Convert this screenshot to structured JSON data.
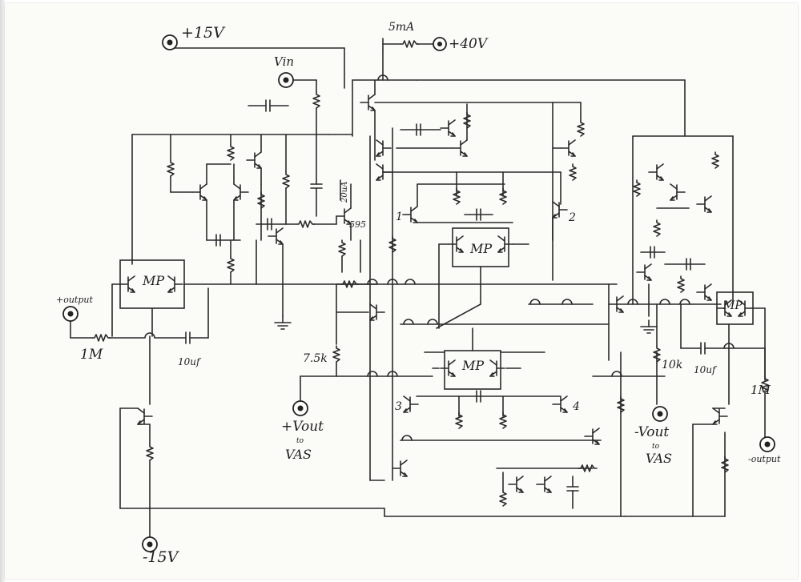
{
  "labels": {
    "pos15": "+15V",
    "neg15": "-15V",
    "current_5ma": "5mA",
    "pos40": "+40V",
    "vin": "Vin",
    "current_20ua": "20uA",
    "part_595": "595",
    "mp": "MP",
    "pos_output": "+output",
    "neg_output": "-output",
    "r_1m": "1M",
    "c_10uf": "10uf",
    "r_75k": "7.5k",
    "r_10k": "10k",
    "pos_vout": "+Vout",
    "neg_vout": "-Vout",
    "to": "to",
    "vas": "VAS",
    "n1": "1",
    "n2": "2",
    "n3": "3",
    "n4": "4"
  },
  "icons": {
    "terminal": "terminal-node-icon",
    "transistor": "bjt-transistor-icon",
    "resistor": "resistor-icon",
    "capacitor": "capacitor-icon",
    "ground": "ground-icon"
  }
}
